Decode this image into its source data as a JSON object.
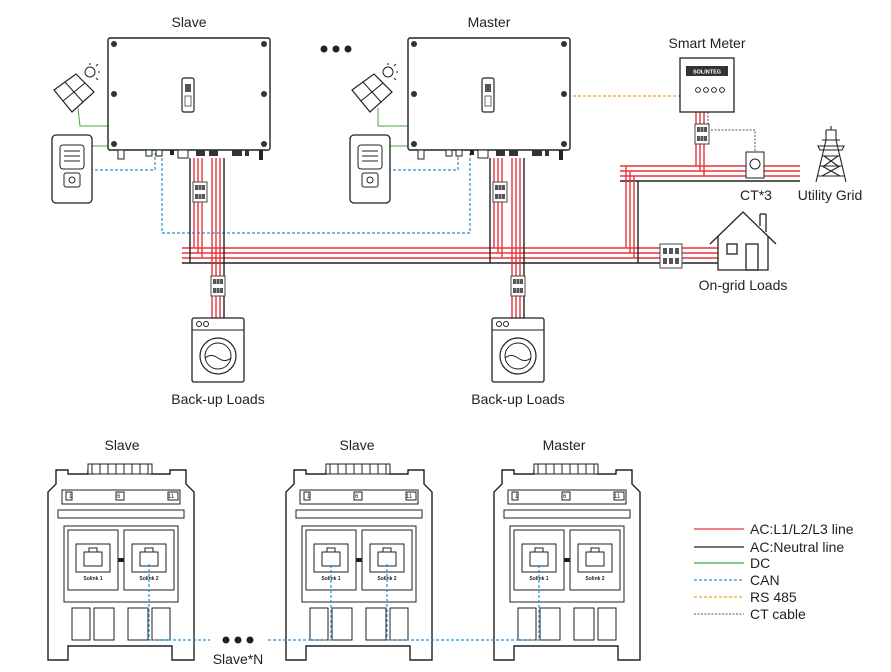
{
  "top": {
    "slave_label": "Slave",
    "master_label": "Master",
    "smart_meter_label": "Smart Meter",
    "meter_brand": "SOLINTEG",
    "ct_label": "CT*3",
    "utility_grid_label": "Utility Grid",
    "ongrid_loads_label": "On-grid Loads",
    "backup_loads_left": "Back-up Loads",
    "backup_loads_right": "Back-up Loads"
  },
  "bottom": {
    "unit1_label": "Slave",
    "unit2_label": "Slave",
    "unit3_label": "Master",
    "port1_label": "Solink 1",
    "port2_label": "Solink 2",
    "pin_labels": [
      "1",
      "6",
      "11"
    ],
    "slave_n_label": "Slave*N"
  },
  "legend": {
    "items": [
      {
        "label": "AC:L1/L2/L3 line",
        "color": "#e5333a"
      },
      {
        "label": "AC:Neutral line",
        "color": "#222222"
      },
      {
        "label": "DC",
        "color": "#44aa44"
      },
      {
        "label": "CAN",
        "color": "#2a8fd6"
      },
      {
        "label": "RS 485",
        "color": "#f0a020"
      },
      {
        "label": "CT cable",
        "color": "#555555"
      }
    ]
  }
}
